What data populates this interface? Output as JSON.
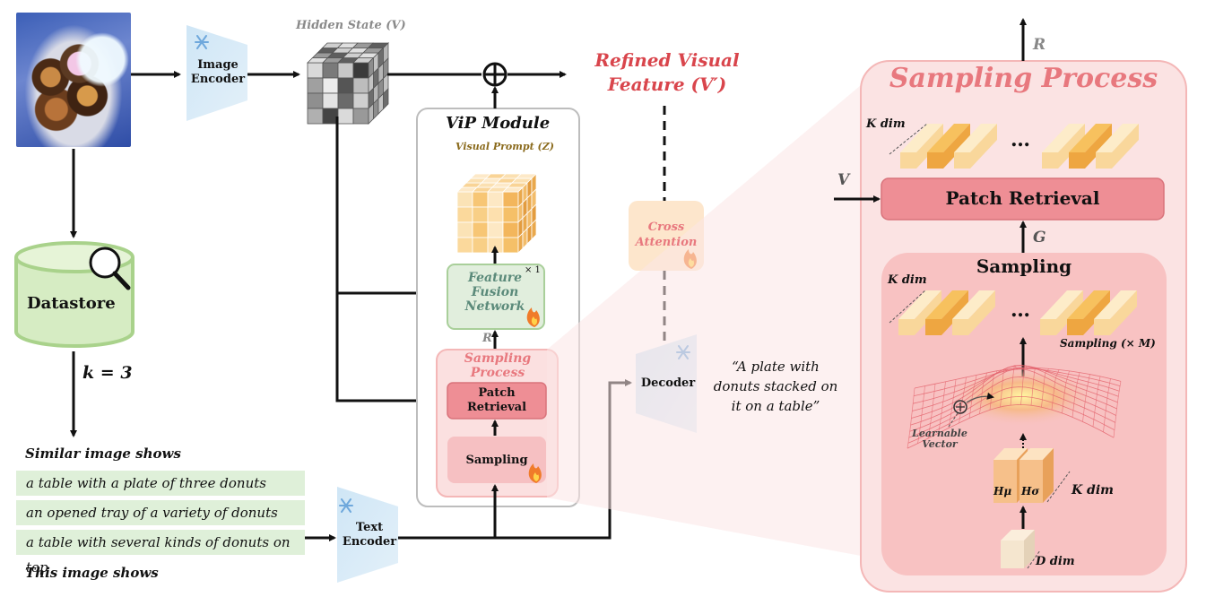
{
  "labels": {
    "image_encoder": "Image\nEncoder",
    "hidden_state": "Hidden State (V)",
    "datastore": "Datastore",
    "k_eq": "k = 3",
    "similar_header": "Similar image shows",
    "this_image": "This image shows",
    "text_encoder": "Text\nEncoder",
    "vip_module": "ViP Module",
    "visual_prompt": "Visual Prompt (Z)",
    "feature_fusion": "Feature\nFusion\nNetwork",
    "ffn_times": "× 1",
    "r_small": "R",
    "sampling_process_small": "Sampling\nProcess",
    "patch_retrieval_small": "Patch\nRetrieval",
    "sampling_small": "Sampling",
    "refined": "Refined Visual\nFeature (V′)",
    "cross_attention": "Cross\nAttention",
    "decoder": "Decoder",
    "caption": "“A plate with\ndonuts stacked on\nit on a table”",
    "r_big": "R",
    "sampling_process_big": "Sampling Process",
    "k_dim": "K dim",
    "v_in": "V",
    "patch_retrieval_big": "Patch Retrieval",
    "g": "G",
    "sampling_big": "Sampling",
    "sampling_m": "Sampling (× M)",
    "learnable": "Learnable\nVector",
    "h_mu": "Hμ",
    "h_sigma": "Hσ",
    "d_dim": "D dim",
    "ellipsis": "…"
  },
  "similar_captions": [
    "a table with a plate of three donuts",
    "an opened tray of a variety of donuts",
    "a table with several kinds of donuts on top"
  ],
  "colors": {
    "pink_outer": "#fbe3e3",
    "pink_border": "#f4b7b7",
    "pink_title": "#e8787e",
    "patch_box": "#ee8e95",
    "green_box": "#dff0d9",
    "encoder_blue": "#d6e9f6",
    "orange_token": "#f7c15e",
    "cross_attention_bg": "#fde6cc"
  }
}
